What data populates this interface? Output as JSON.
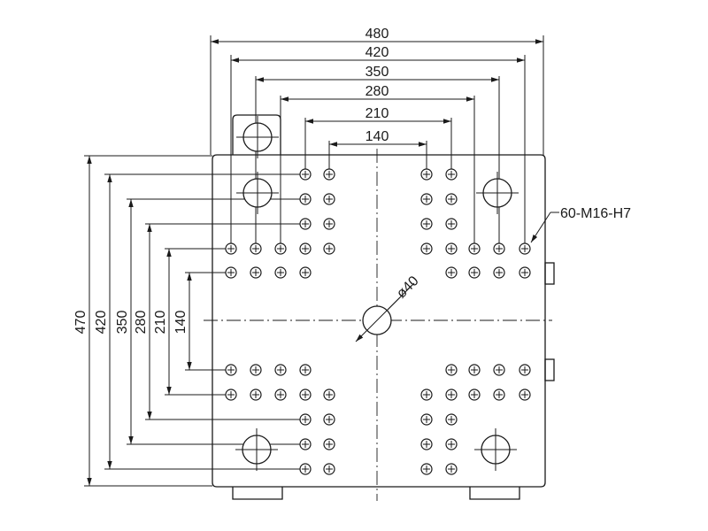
{
  "dimensions": {
    "horizontal": [
      "480",
      "420",
      "350",
      "280",
      "210",
      "140"
    ],
    "vertical": [
      "470",
      "420",
      "350",
      "280",
      "210",
      "140"
    ]
  },
  "labels": {
    "thread_holes": "60-M16-H7",
    "center_hole": "ø40"
  }
}
